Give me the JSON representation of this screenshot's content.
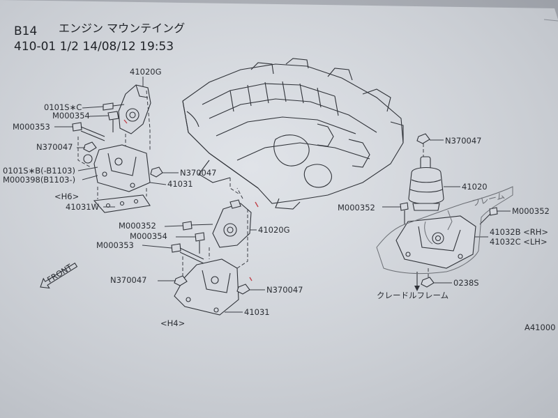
{
  "header": {
    "model": "B14",
    "title": "エンジン マウンテイング",
    "page_line": "410-01 1/2 14/08/12 19:53"
  },
  "labels": {
    "p41020g_top": "41020G",
    "p0101sc": "0101S∗C",
    "pM000354_top": "M000354",
    "pM000353_top": "M000353",
    "pN370047_top": "N370047",
    "p0101sb": "0101S∗B(-B1103)",
    "pM000398": "M000398(B1103-)",
    "pN370047_mid": "N370047",
    "p41031_top": "41031",
    "h6": "<H6>",
    "p41031w": "41031W",
    "pM000352_mid": "M000352",
    "pM000354_mid": "M000354",
    "pM000353_mid": "M000353",
    "p41020g_mid": "41020G",
    "pN370047_h4l": "N370047",
    "pN370047_h4r": "N370047",
    "p41031_h4": "41031",
    "h4": "<H4>",
    "front": "FRONT",
    "pN370047_right": "N370047",
    "p41020": "41020",
    "pM000352_right": "M000352",
    "pM000352_rr": "M000352",
    "p41032b": "41032B <RH>",
    "p41032c": "41032C <LH>",
    "p0238s": "0238S",
    "cradle": "クレードルフレーム",
    "ref": "A41000",
    "handwritten": "フレーム"
  }
}
